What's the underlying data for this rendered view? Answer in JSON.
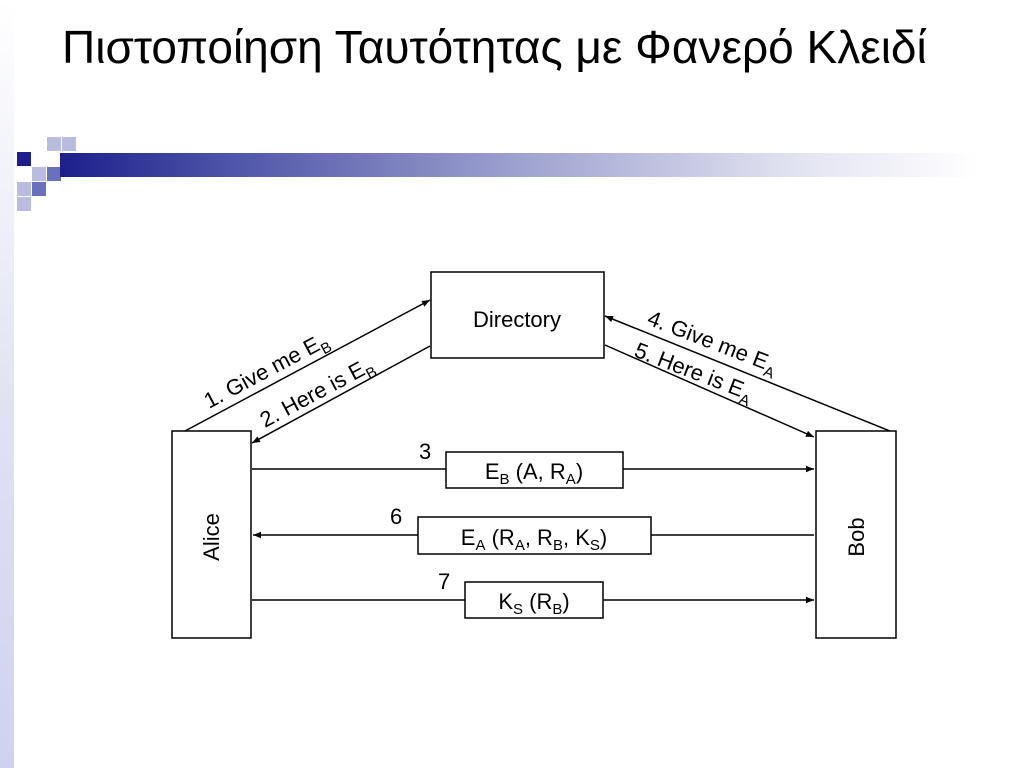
{
  "slide": {
    "title": "Πιστοποίηση Ταυτότητας με Φανερό Κλειδί"
  },
  "colors": {
    "accent_dark": "#1c1f8c",
    "accent_mid": "#6a70bb",
    "accent_light": "#b9bce0"
  },
  "diagram": {
    "directory": {
      "label": "Directory"
    },
    "alice": {
      "label": "Alice"
    },
    "bob": {
      "label": "Bob"
    },
    "m1": {
      "prefix": "1. Give me E",
      "sub": "B"
    },
    "m2": {
      "prefix": "2. Here is E",
      "sub": "B"
    },
    "m4": {
      "prefix": "4. Give me E",
      "sub": "A"
    },
    "m5": {
      "prefix": "5. Here is E",
      "sub": "A"
    },
    "m3": {
      "number": "3",
      "t1": "E",
      "s1": "B",
      "t2": " (A, R",
      "s2": "A",
      "t3": ")"
    },
    "m6": {
      "number": "6",
      "t1": "E",
      "s1": "A",
      "t2": " (R",
      "s2": "A",
      "t3": ", R",
      "s3": "B",
      "t4": ", K",
      "s4": "S",
      "t5": ")"
    },
    "m7": {
      "number": "7",
      "t1": "K",
      "s1": "S",
      "t2": " (R",
      "s2": "B",
      "t3": ")"
    }
  }
}
